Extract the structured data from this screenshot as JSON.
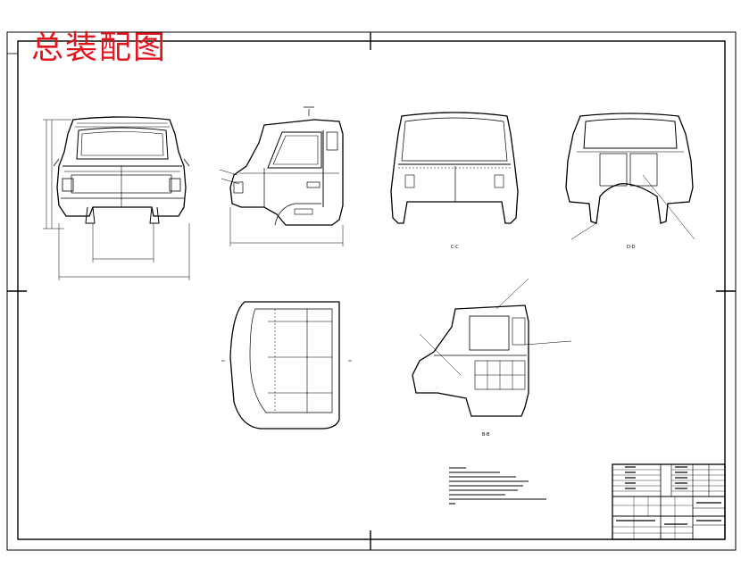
{
  "drawing": {
    "title": "总装配图"
  },
  "views": [
    {
      "id": "front"
    },
    {
      "id": "side"
    },
    {
      "id": "rear"
    },
    {
      "id": "rear-interior"
    },
    {
      "id": "top"
    },
    {
      "id": "section"
    }
  ],
  "colors": {
    "title": "#e4141b",
    "line": "#000000",
    "paper": "#ffffff"
  }
}
